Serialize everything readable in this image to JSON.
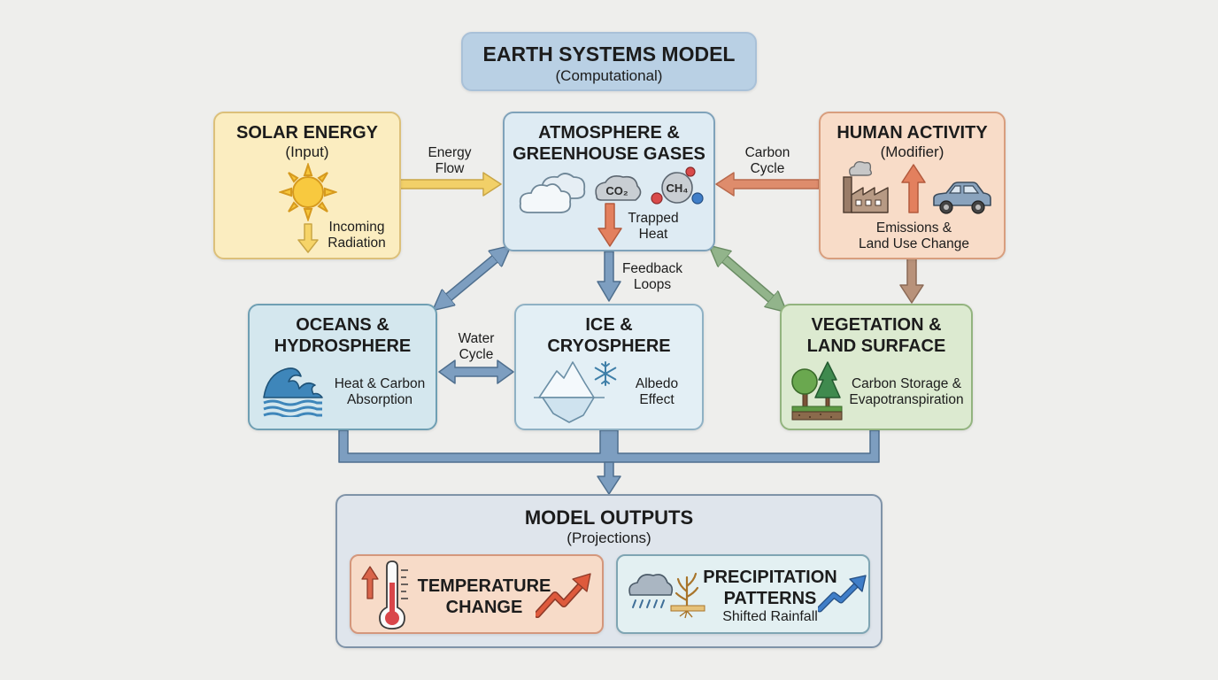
{
  "header": {
    "title": "EARTH SYSTEMS MODEL",
    "subtitle": "(Computational)"
  },
  "nodes": {
    "solar": {
      "title": "SOLAR ENERGY",
      "subtitle": "(Input)",
      "label": [
        "Incoming",
        "Radiation"
      ]
    },
    "atmosphere": {
      "title": [
        "ATMOSPHERE &",
        "GREENHOUSE GASES"
      ],
      "co2": "CO₂",
      "ch4": "CH₄",
      "label": [
        "Trapped",
        "Heat"
      ]
    },
    "human": {
      "title": "HUMAN ACTIVITY",
      "subtitle": "(Modifier)",
      "label": [
        "Emissions &",
        "Land Use Change"
      ]
    },
    "oceans": {
      "title": [
        "OCEANS &",
        "HYDROSPHERE"
      ],
      "label": [
        "Heat & Carbon",
        "Absorption"
      ]
    },
    "ice": {
      "title": [
        "ICE &",
        "CRYOSPHERE"
      ],
      "label": [
        "Albedo",
        "Effect"
      ]
    },
    "vegetation": {
      "title": [
        "VEGETATION &",
        "LAND SURFACE"
      ],
      "label": [
        "Carbon Storage &",
        "Evapotranspiration"
      ]
    },
    "outputs": {
      "title": "MODEL OUTPUTS",
      "subtitle": "(Projections)"
    },
    "temperature": {
      "title": [
        "TEMPERATURE",
        "CHANGE"
      ]
    },
    "precipitation": {
      "title": [
        "PRECIPITATION",
        "PATTERNS"
      ],
      "label": "Shifted Rainfall"
    }
  },
  "links": {
    "energy_flow": [
      "Energy",
      "Flow"
    ],
    "carbon_cycle": [
      "Carbon",
      "Cycle"
    ],
    "feedback_loops": [
      "Feedback",
      "Loops"
    ],
    "water_cycle": [
      "Water",
      "Cycle"
    ]
  },
  "colors": {
    "solar_fill": "#fbedc0",
    "solar_border": "#dcc07a",
    "atmo_fill": "#deebf3",
    "atmo_border": "#7fa2ba",
    "human_fill": "#f8dcc8",
    "human_border": "#d89e7e",
    "ocean_fill": "#d4e7ee",
    "ocean_border": "#6f9fb3",
    "ice_fill": "#e3eff5",
    "ice_border": "#8fb1c4",
    "veg_fill": "#dcead0",
    "veg_border": "#93b47f",
    "out_fill": "#dfe5ec",
    "out_border": "#7f93a8",
    "temp_fill": "#f7dbc8",
    "temp_border": "#d4977c",
    "precip_fill": "#e3f0f2",
    "precip_border": "#7fa5b3",
    "arrow_blue": "#7d9ec0",
    "arrow_yellow": "#f2d068",
    "arrow_orange": "#de8c6c",
    "arrow_green": "#92b48b",
    "arrow_brown": "#b8927a"
  },
  "icons": [
    "sun-icon",
    "cloud-icon",
    "factory-icon",
    "car-icon",
    "wave-icon",
    "iceberg-icon",
    "snowflake-icon",
    "tree-icon",
    "thermometer-icon",
    "rain-cloud-icon",
    "dry-plant-icon",
    "trend-arrow-icon"
  ]
}
